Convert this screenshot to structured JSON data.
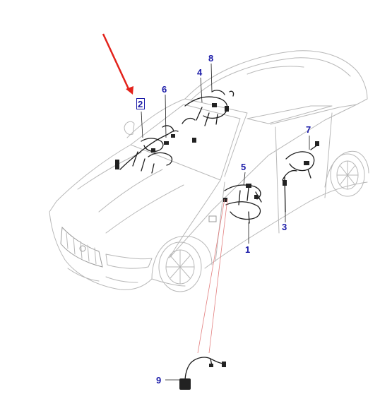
{
  "diagram": {
    "callouts": [
      {
        "id": "c1",
        "label": "1"
      },
      {
        "id": "c2",
        "label": "2",
        "highlighted": true
      },
      {
        "id": "c3",
        "label": "3"
      },
      {
        "id": "c4",
        "label": "4"
      },
      {
        "id": "c5",
        "label": "5"
      },
      {
        "id": "c6",
        "label": "6"
      },
      {
        "id": "c7",
        "label": "7"
      },
      {
        "id": "c8",
        "label": "8"
      },
      {
        "id": "c9",
        "label": "9"
      }
    ],
    "colors": {
      "callout": "#1a1aa8",
      "pointer_arrow": "#e3221b",
      "detail_lines": "#e38080",
      "car_outline": "#b8b8b8",
      "harness": "#1c1c1c"
    }
  }
}
